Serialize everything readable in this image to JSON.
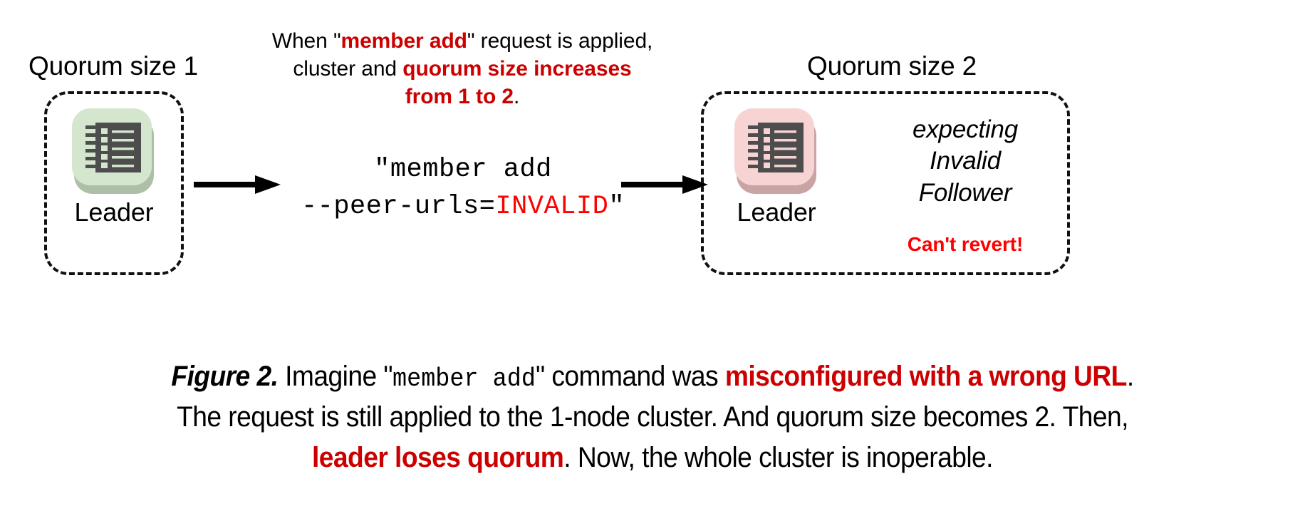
{
  "figure": {
    "left_cluster": {
      "title": "Quorum size 1",
      "node_label": "Leader",
      "icon_name": "server-node-icon",
      "icon_color": "#d5e6cf"
    },
    "right_cluster": {
      "title": "Quorum size 2",
      "node_label": "Leader",
      "icon_name": "server-node-icon",
      "icon_color": "#f8d3d3",
      "state_note_lines": [
        "expecting",
        "Invalid",
        "Follower"
      ],
      "revert_note": "Can't revert!"
    },
    "annotation": {
      "line1_a": "When \"",
      "line1_b": "member add",
      "line1_c": "\" request is applied,",
      "line2_a": "cluster and ",
      "line2_b": "quorum size increases",
      "line3_a": "from 1 to 2",
      "line3_b": "."
    },
    "command": {
      "line1": "\"member add",
      "line2_a": "--peer-urls=",
      "line2_b": "INVALID",
      "line2_c": "\""
    },
    "arrows": {
      "arrow_1_name": "arrow-left-to-command",
      "arrow_2_name": "arrow-command-to-right"
    },
    "caption": {
      "label": "Figure 2.",
      "seg1": " Imagine \"",
      "seg2_mono": "member add",
      "seg3": "\" command was ",
      "seg4_red": "misconfigured with a wrong URL",
      "seg5": ".",
      "seg6": "The request is still applied to the 1-node cluster. And quorum size becomes 2. Then,",
      "seg7_red": "leader loses quorum",
      "seg8": ". Now, the whole cluster is inoperable."
    },
    "colors": {
      "accent_dark_red": "#cc0000",
      "accent_bright_red": "#ff0000",
      "icon_glyph": "#4d4d4d",
      "text": "#000000"
    }
  }
}
